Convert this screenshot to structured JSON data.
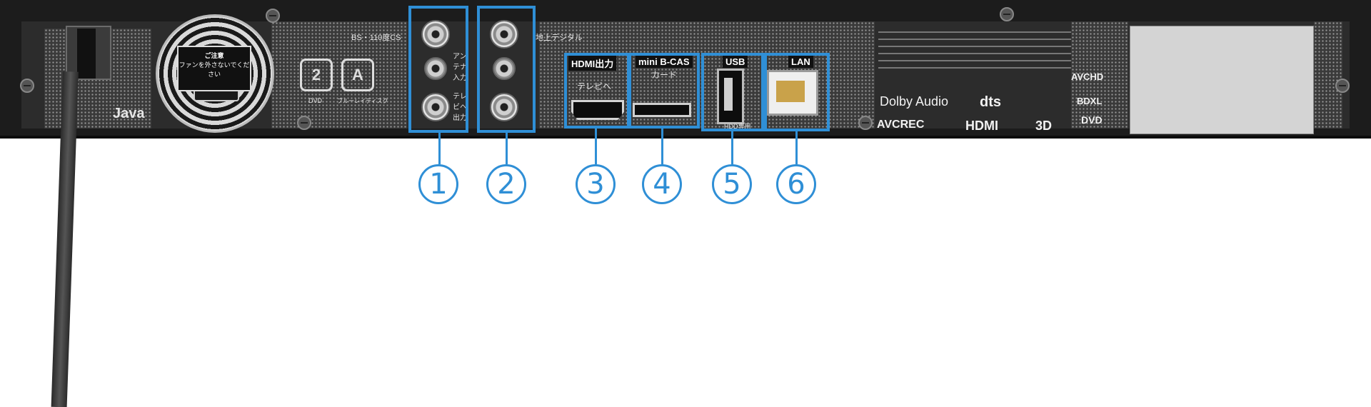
{
  "callouts": [
    "1",
    "2",
    "3",
    "4",
    "5",
    "6"
  ],
  "colors": {
    "highlight": "#2f8fd6",
    "panel": "#1c1c1c",
    "mesh": "#3a3a3a"
  },
  "panel": {
    "fan_label": [
      "ご注意",
      "ファンを外さないでください"
    ],
    "java_label": "Java",
    "region_label": "2",
    "bd_label": "A",
    "dvd_caption": "DVD",
    "bd_caption": "ブルーレイディスク",
    "antenna_left_label": "BS・110度CS",
    "antenna_right_label": "地上デジタル",
    "antenna_in_label": "アンテナ入力",
    "antenna_out_label": "テレビへ出力",
    "hdmi_header": "HDMI出力",
    "hdmi_sub": "テレビへ",
    "cas_header": "mini B-CAS",
    "cas_sub": "カード",
    "usb_header": "USB",
    "usb_sub": "HDD専用",
    "lan_header": "LAN",
    "brands": [
      "Dolby Audio",
      "dts",
      "AVCREC",
      "HDMI",
      "3D",
      "AVCHD",
      "DVD",
      "BDXL"
    ]
  }
}
